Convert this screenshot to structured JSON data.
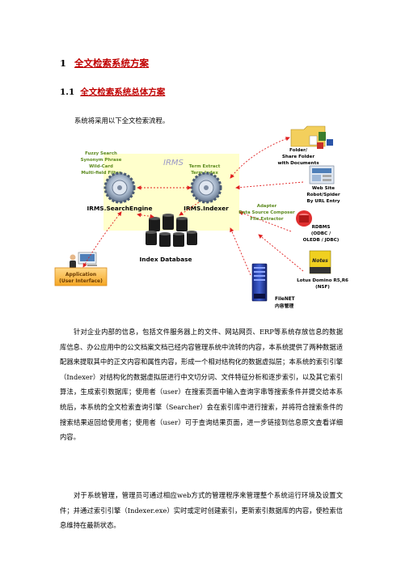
{
  "heading1": {
    "number": "1",
    "title": "全文检索系统方案"
  },
  "heading2": {
    "number": "1.1",
    "title": "全文检索系统总体方案"
  },
  "intro": "系统将采用以下全文检索流程。",
  "diagram": {
    "irms_label": "IRMS",
    "searchengine_label": "IRMS.SearchEngine",
    "indexer_label": "IRMS.Indexer",
    "index_db_label": "Index Database",
    "app_label_1": "Application",
    "app_label_2": "(User Interface)",
    "features": [
      "Fuzzy Search",
      "Synonym Phrase",
      "Wild-Card",
      "Multi-field Filter"
    ],
    "term_lines": [
      "Term Extract",
      "Term Index"
    ],
    "adapter_lines": [
      "Adapter",
      "Data Source Composer",
      "File Extractor"
    ],
    "folder_lines": [
      "Folder/",
      "Share Folder",
      "with Documents"
    ],
    "website_lines": [
      "Web Site",
      "Robot/Spider",
      "By URL Entry"
    ],
    "rdbms_lines": [
      "RDBMS",
      "(ODBC /",
      "OLEDB / JDBC)"
    ],
    "notes_lines": [
      "Lotus Domino R5,R6",
      "(NSF)"
    ],
    "notes_box_label": "Notes",
    "filenet_lines": [
      "FileNET",
      "内容管理"
    ],
    "colors": {
      "accent_red": "#c00000",
      "green_text": "#5c8a1e",
      "yellow_bg": "#ffffcc",
      "arrow_red": "#e02020"
    }
  },
  "paragraph1": "针对企业内部的信息，包括文件服务器上的文件、网站网页、ERP等系统存放信息的数据库信息、办公应用中的公文档案文档已经内容管理系统中流转的内容，本系统提供了两种数据适配器来提取其中的正文内容和属性内容，形成一个相对结构化的数据虚拟层；本系统的索引引擎（Indexer）对结构化的数据虚拟层进行中文切分词、文件特征分析和逐步索引，以及其它索引算法，生成索引数据库；使用者（user）在搜索页面中输入查询字串等搜索条件并提交给本系统后，本系统的全文检索查询引擎（Searcher）会在索引库中进行搜索，并将符合搜索条件的搜索结果返回给使用者；使用者（user）可于查询结果页面，进一步链接到信息原文查看详细内容。",
  "paragraph2": "对于系统管理，管理员可通过相应web方式的管理程序来管理整个系统运行环境及设置文件；并通过索引引擎（Indexer.exe）实时或定时创建索引，更新索引数据库的内容，使检索信息维持在最新状态。"
}
